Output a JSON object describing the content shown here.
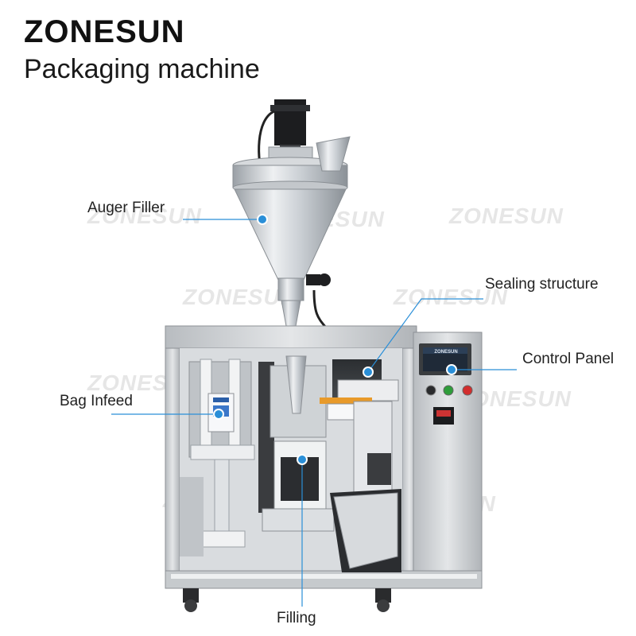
{
  "header": {
    "brand": "ZONESUN",
    "subtitle": "Packaging machine"
  },
  "watermark": {
    "text": "ZONESUN"
  },
  "callouts": {
    "auger_filler": "Auger Filler",
    "sealing_structure": "Sealing structure",
    "control_panel": "Control Panel",
    "bag_infeed": "Bag Infeed",
    "filling": "Filling"
  },
  "panel": {
    "screen_brand": "ZONESUN"
  },
  "colors": {
    "callout_line": "#2a8fd8",
    "callout_dot": "#2a8fd8",
    "indicator_green": "#2e9d3a",
    "indicator_red": "#d22d2d"
  }
}
